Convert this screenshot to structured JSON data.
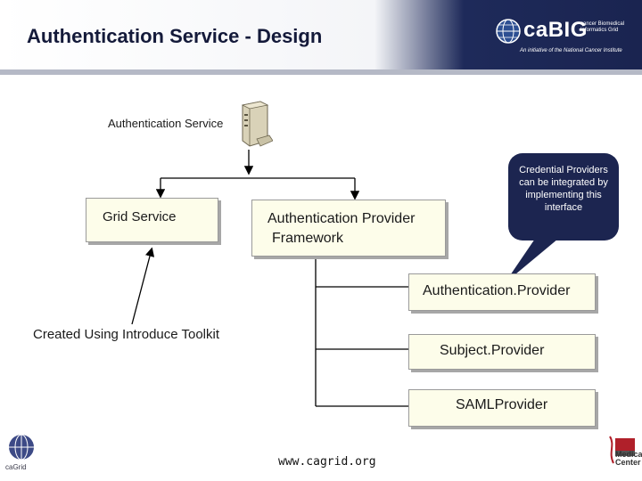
{
  "header": {
    "title": "Authentication Service - Design",
    "logo_word": "caBIG",
    "logo_tagline": "cancer Biomedical Informatics Grid",
    "logo_subtitle": "An initiative of the National Cancer Institute"
  },
  "diagram": {
    "auth_service_label": "Authentication Service",
    "grid_service": "Grid Service",
    "auth_framework_line1": "Authentication Provider",
    "auth_framework_line2": "Framework",
    "callout": "Credential Providers can be integrated by implementing this interface",
    "auth_provider": "Authentication.Provider",
    "subject_provider": "Subject.Provider",
    "saml_provider": "SAMLProvider",
    "introduce_label": "Created Using Introduce Toolkit"
  },
  "footer": {
    "url": "www.cagrid.org",
    "cagrid": "caGrid",
    "osu_line1": "Medical",
    "osu_line2": "Center"
  },
  "colors": {
    "navy": "#1c2550",
    "box_fill": "#fdfdea"
  }
}
